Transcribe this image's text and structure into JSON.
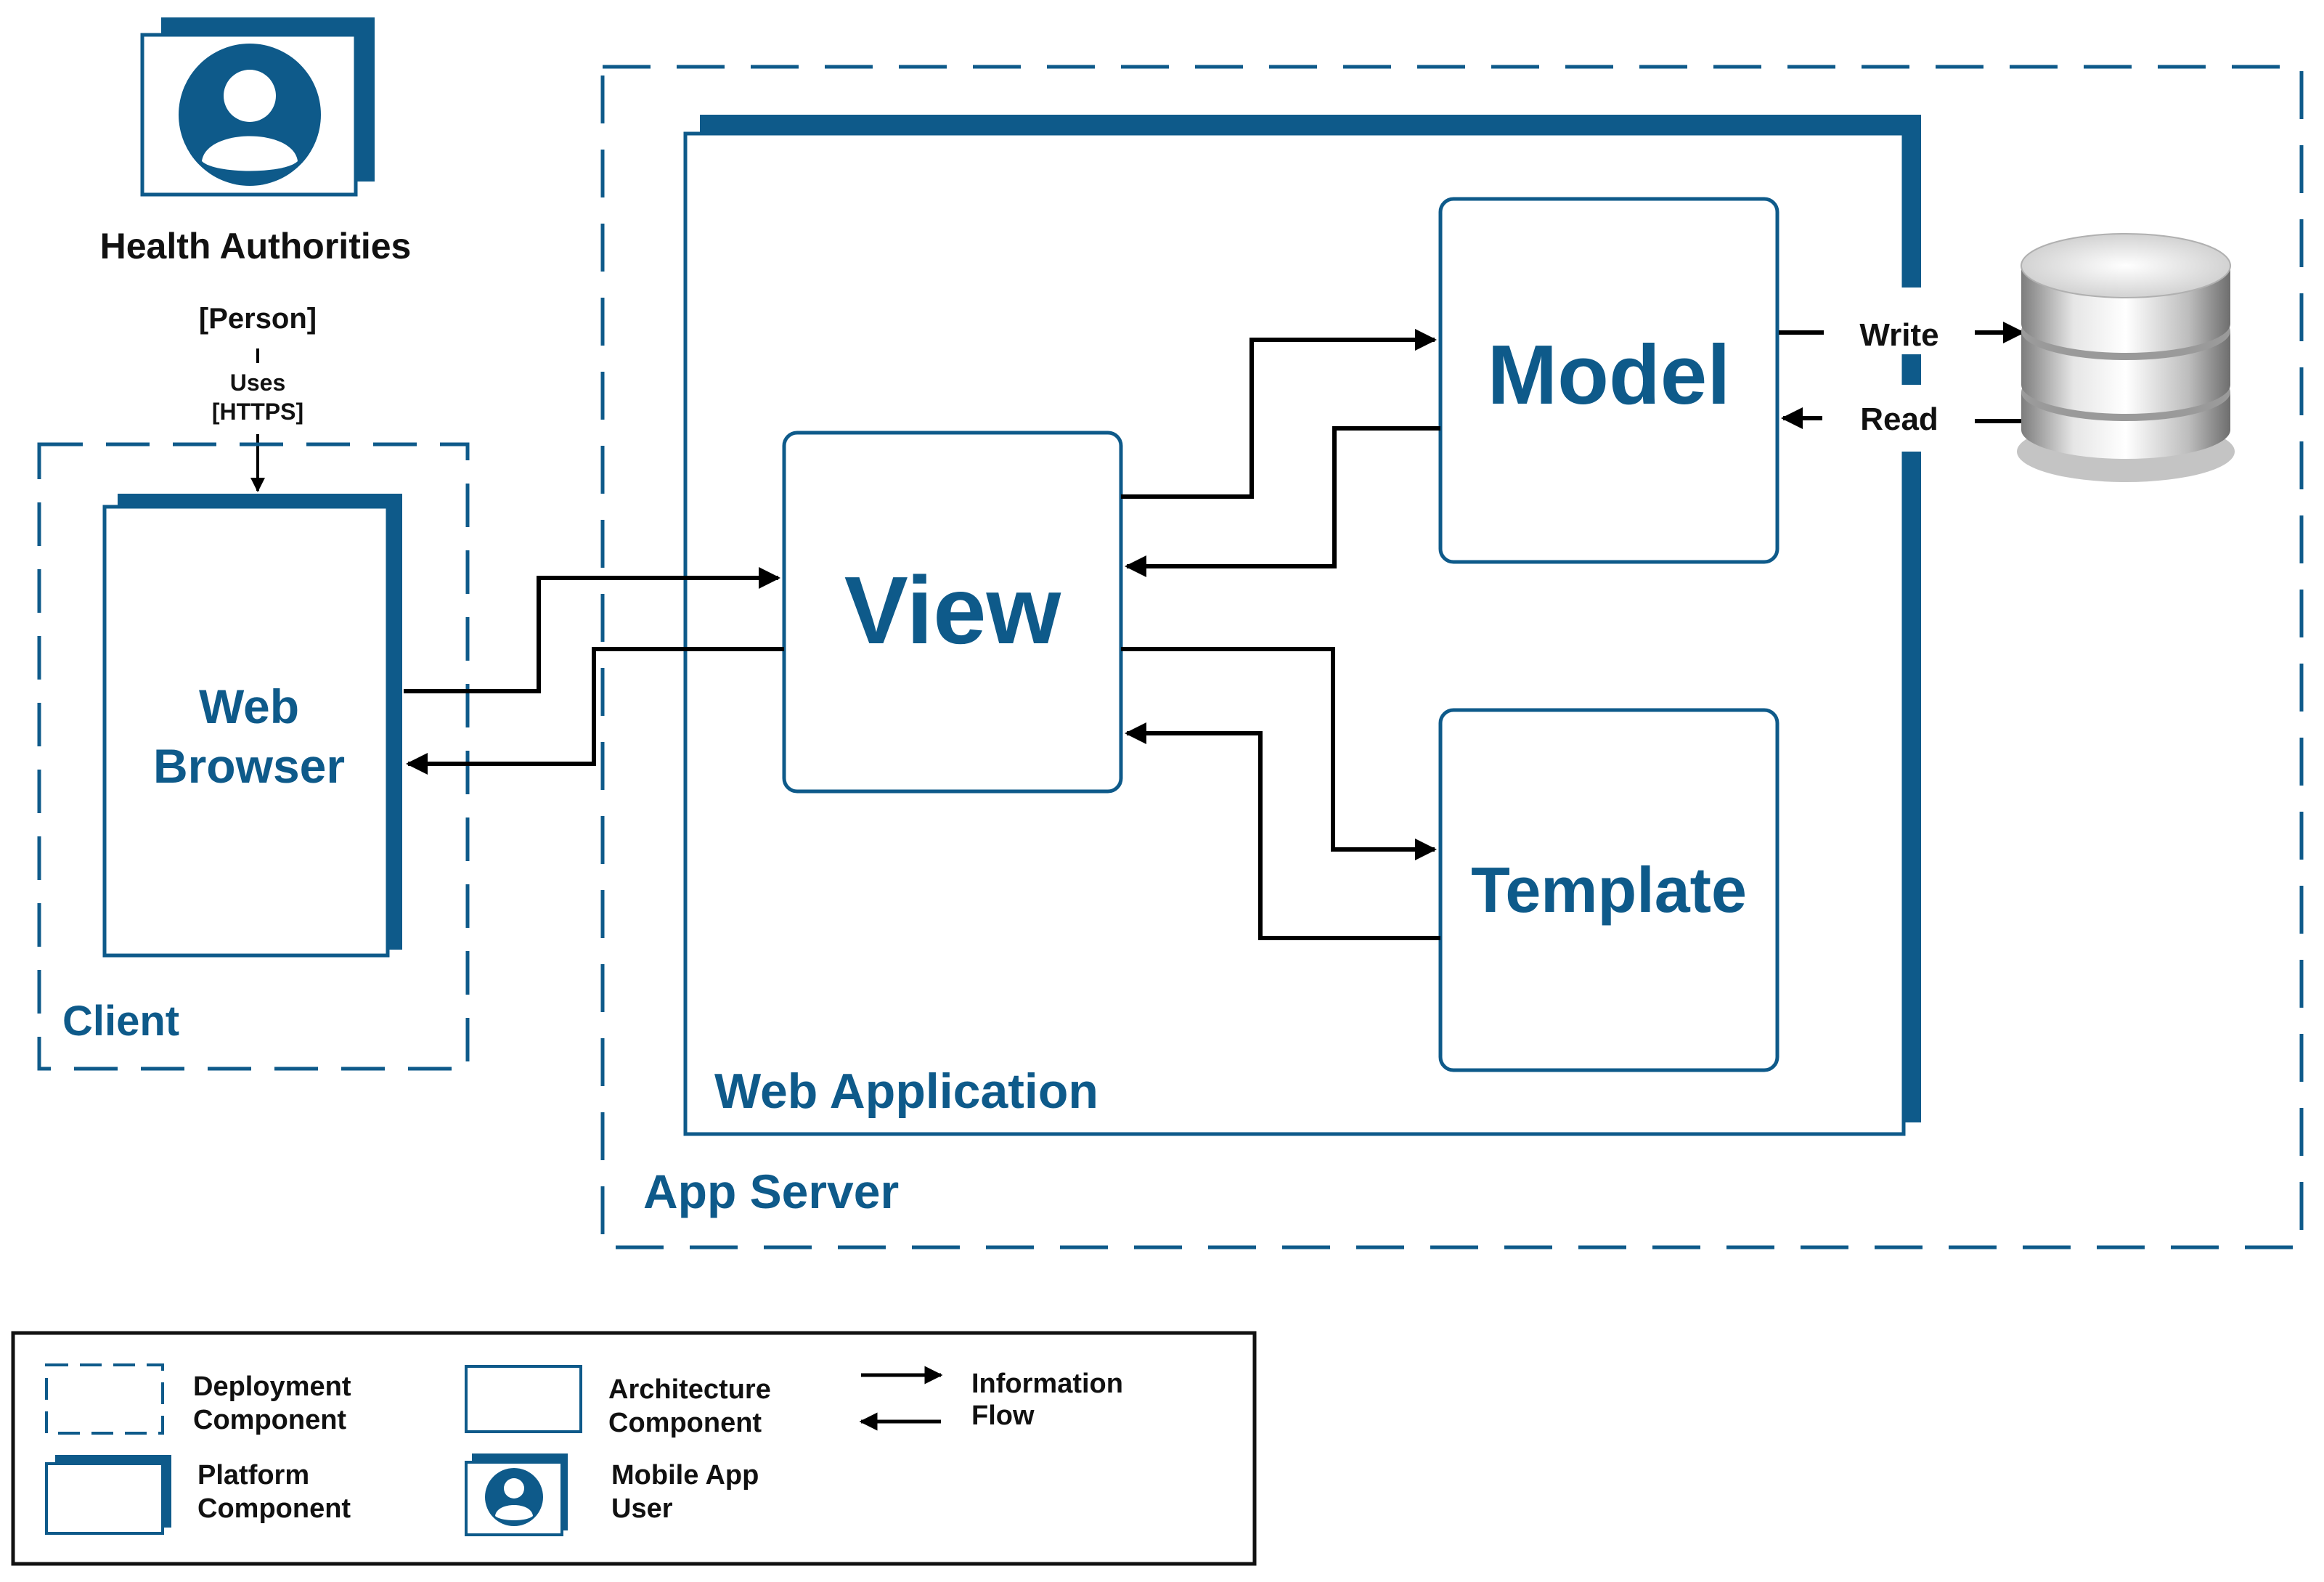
{
  "colors": {
    "brand_blue": "#0e5a8a",
    "line": "#000000",
    "db_light": "#e8e8e8",
    "db_dark": "#8a8a8a"
  },
  "person": {
    "name": "Health Authorities",
    "type": "[Person]",
    "uses_line1": "Uses",
    "uses_line2": "[HTTPS]",
    "icon": "user-avatar-icon"
  },
  "client": {
    "zone_label": "Client",
    "browser_line1": "Web",
    "browser_line2": "Browser"
  },
  "app_server": {
    "zone_label": "App Server",
    "web_app_label": "Web Application",
    "view_label": "View",
    "model_label": "Model",
    "template_label": "Template"
  },
  "database": {
    "write_label": "Write",
    "read_label": "Read",
    "icon": "database-icon"
  },
  "legend": {
    "deployment_line1": "Deployment",
    "deployment_line2": "Component",
    "architecture_line1": "Architecture",
    "architecture_line2": "Component",
    "flow_line1": "Information",
    "flow_line2": "Flow",
    "platform_line1": "Platform",
    "platform_line2": "Component",
    "mobile_line1": "Mobile App",
    "mobile_line2": "User"
  }
}
